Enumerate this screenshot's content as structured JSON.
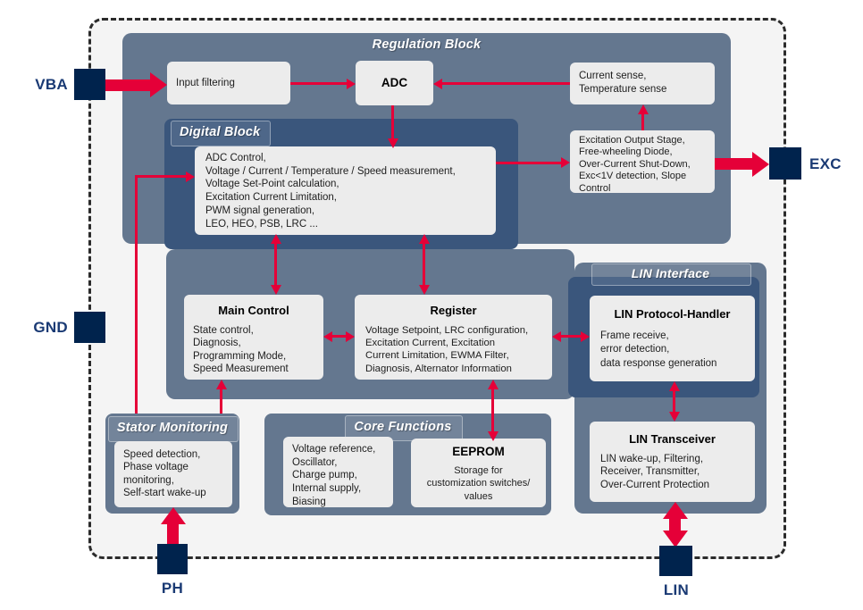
{
  "colors": {
    "red": "#e50038",
    "slate": "#64778f",
    "navy": "#3a567c",
    "pad": "#00234d",
    "box": "#ececec",
    "chipbg": "#f4f4f4",
    "labelnavy": "#1a3a74",
    "ink": "#1d1d1d"
  },
  "pads": {
    "vba": "VBA",
    "gnd": "GND",
    "exc": "EXC",
    "ph": "PH",
    "lin": "LIN"
  },
  "sections": {
    "regulation": {
      "title": "Regulation Block"
    },
    "digital": {
      "title": "Digital Block"
    },
    "lin_interface": {
      "title": "LIN Interface"
    },
    "stator": {
      "title": "Stator Monitoring"
    },
    "core": {
      "title": "Core Functions"
    }
  },
  "blocks": {
    "input_filtering": {
      "label": "Input filtering"
    },
    "adc": {
      "title": "ADC"
    },
    "sense": {
      "text": "Current sense,\nTemperature sense"
    },
    "digital_functions": {
      "text": "ADC Control,\nVoltage / Current / Temperature / Speed measurement,\nVoltage Set-Point calculation,\nExcitation Current Limitation,\nPWM signal generation,\nLEO, HEO, PSB, LRC ..."
    },
    "excitation": {
      "text": "Excitation Output Stage,\nFree-wheeling Diode,\nOver-Current Shut-Down,\nExc<1V detection, Slope\nControl"
    },
    "main_control": {
      "title": "Main Control",
      "text": "State control,\nDiagnosis,\nProgramming Mode,\nSpeed Measurement"
    },
    "register": {
      "title": "Register",
      "text": "Voltage Setpoint, LRC configuration,\nExcitation Current, Excitation\nCurrent Limitation, EWMA Filter,\nDiagnosis, Alternator Information"
    },
    "lin_protocol": {
      "title": "LIN Protocol-Handler",
      "text": "Frame receive,\nerror detection,\ndata response generation"
    },
    "lin_transceiver": {
      "title": "LIN Transceiver",
      "text": "LIN wake-up, Filtering,\nReceiver, Transmitter,\nOver-Current Protection"
    },
    "stator_box": {
      "text": "Speed detection,\nPhase voltage\nmonitoring,\nSelf-start wake-up"
    },
    "core_box": {
      "text": "Voltage reference,\nOscillator,\nCharge pump,\nInternal supply,\nBiasing"
    },
    "eeprom": {
      "title": "EEPROM",
      "text": "Storage for\ncustomization switches/\nvalues"
    }
  }
}
